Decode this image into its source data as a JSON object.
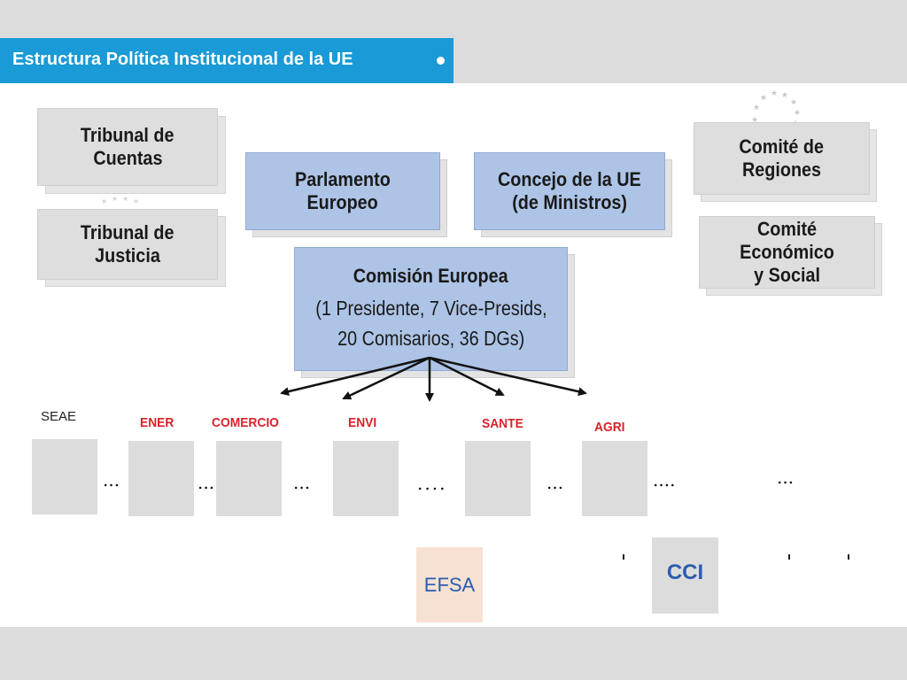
{
  "title": "Estructura Política Institucional de la UE",
  "institutions": {
    "tribunal_cuentas": [
      "Tribunal de",
      "Cuentas"
    ],
    "tribunal_justicia": [
      "Tribunal de",
      "Justicia"
    ],
    "parlamento": [
      "Parlamento",
      "Europeo"
    ],
    "consejo": [
      "Concejo de la UE",
      "(de  Ministros)"
    ],
    "comite_regiones": [
      "Comité de",
      "Regiones"
    ],
    "comite_economico": [
      "Comité Económico",
      "y Social"
    ],
    "comision": {
      "name": "Comisión Europea",
      "line2": "(1 Presidente, 7 Vice-Presids,",
      "line3": "20 Comisarios,  36 DGs)"
    }
  },
  "dgs": {
    "seae": "SEAE",
    "ener": "ENER",
    "comercio": "COMERCIO",
    "envi": "ENVI",
    "sante": "SANTE",
    "agri": "AGRI"
  },
  "ellipses": [
    "...",
    "...",
    "...",
    "....",
    "...",
    "....",
    "..."
  ],
  "agencies": {
    "efsa": "EFSA",
    "cci": "CCI"
  },
  "colors": {
    "title_bar": "#1a9ad6",
    "dg_label": "#d9222a",
    "agency_text": "#2a5db0",
    "institution_blue": "#adc4e6",
    "institution_gray": "#dedede"
  }
}
